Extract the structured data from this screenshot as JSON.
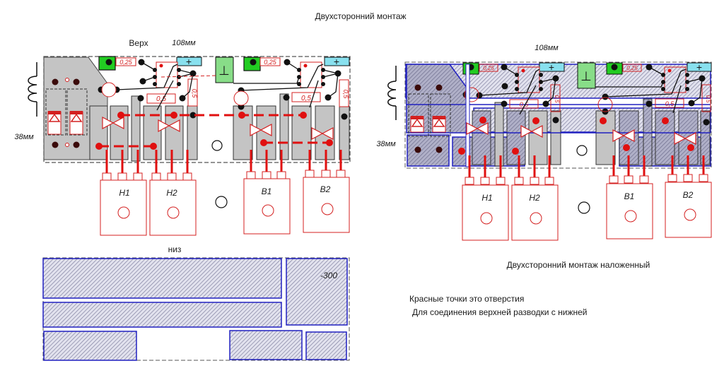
{
  "title": "Двухсторонний монтаж",
  "top_view": {
    "label": "Верх",
    "width_label": "108мм",
    "height_label": "38мм",
    "resistors": [
      "0,25",
      "0,5",
      "0,5",
      "0,25",
      "0,5",
      "0,5"
    ],
    "connectors": [
      "Н1",
      "Н2",
      "В1",
      "В2"
    ]
  },
  "bottom_view": {
    "label": "низ",
    "pad_label": "-300"
  },
  "overlay_view": {
    "width_label": "108мм",
    "height_label": "38мм",
    "resistors": [
      "0,25",
      "0,5",
      "0,5",
      "0,25",
      "0,5",
      "0,5"
    ],
    "connectors": [
      "Н1",
      "Н2",
      "В1",
      "В2"
    ],
    "caption": "Двухсторонний монтаж наложенный"
  },
  "notes": [
    "Красные точки  это отверстия",
    "Для соединения верхней разводки с нижней"
  ],
  "symbols": {
    "plus": "+",
    "ground": "⊥"
  },
  "colors": {
    "pad_gray": "#c4c4c4",
    "trace_red": "#e01010",
    "outline_red": "#d42020",
    "bottom_blue": "#2020c0",
    "hatch_fill": "#c8c8dc",
    "green_pad": "#22cc22",
    "light_green": "#88dd88",
    "cyan_pad": "#88e0ee"
  }
}
